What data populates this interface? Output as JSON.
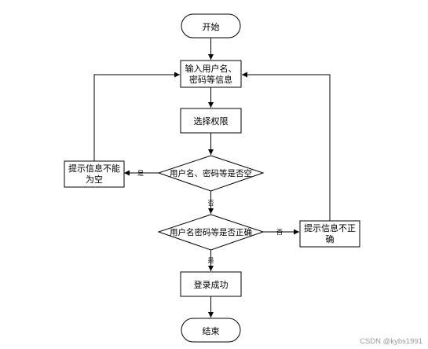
{
  "flowchart": {
    "start": "开始",
    "input_line1": "输入用户名、",
    "input_line2": "密码等信息",
    "select_permission": "选择权限",
    "decision_empty": "用户名、密码等是否空",
    "empty_message_line1": "提示信息不能",
    "empty_message_line2": "为空",
    "decision_correct": "用户名密码等是否正确",
    "incorrect_message_line1": "提示信息不正",
    "incorrect_message_line2": "确",
    "login_success": "登录成功",
    "end": "结束",
    "edge_yes_empty": "是",
    "edge_no_empty": "否",
    "edge_no_correct": "否",
    "edge_yes_correct": "是"
  },
  "watermark": "CSDN @kybs1991",
  "colors": {
    "stroke": "#000000",
    "watermark": "#9a9a9a"
  }
}
